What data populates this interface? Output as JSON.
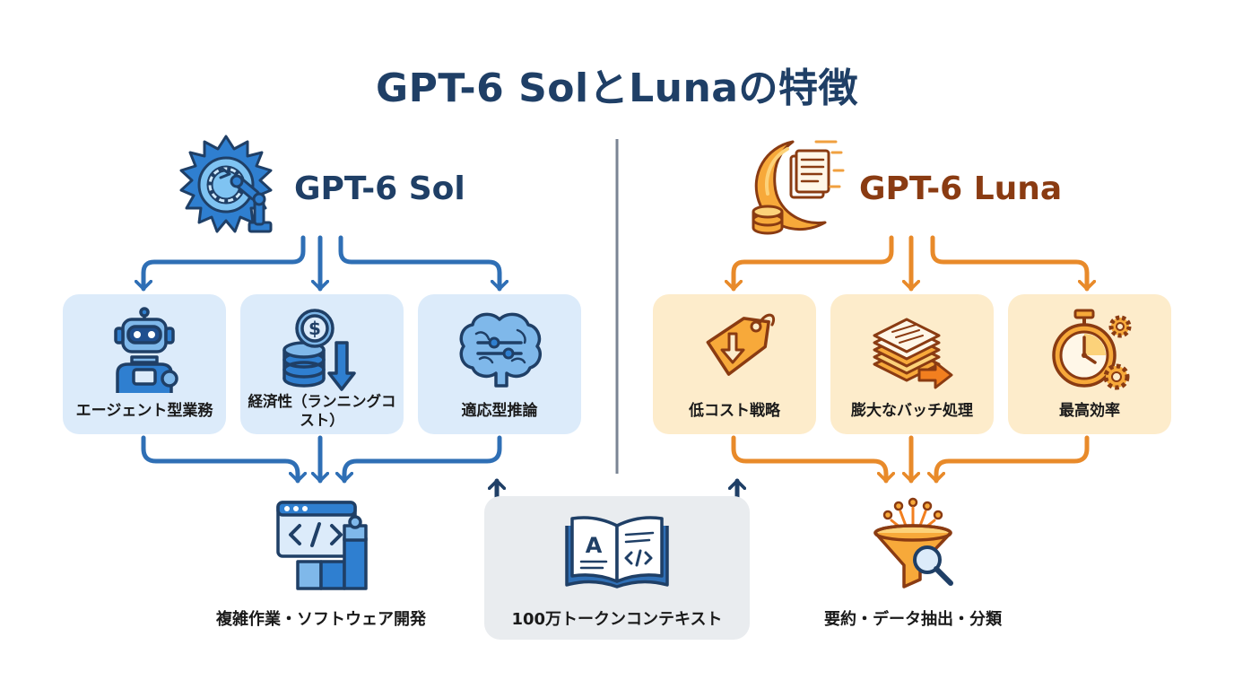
{
  "title": "GPT-6 SolとLunaの特徴",
  "sol": {
    "name": "GPT-6 Sol",
    "color": "#2f6fb5",
    "features": [
      {
        "label": "エージェント型業務",
        "icon": "robot-icon"
      },
      {
        "label": "経済性（ランニングコスト）",
        "icon": "coins-down-icon"
      },
      {
        "label": "適応型推論",
        "icon": "brain-sliders-icon"
      }
    ],
    "outcome": {
      "label": "複雑作業・ソフトウェア開発",
      "icon": "code-puzzle-icon"
    }
  },
  "luna": {
    "name": "GPT-6 Luna",
    "color": "#e88a2a",
    "features": [
      {
        "label": "低コスト戦略",
        "icon": "price-tag-down-icon"
      },
      {
        "label": "膨大なバッチ処理",
        "icon": "document-stack-icon"
      },
      {
        "label": "最高効率",
        "icon": "stopwatch-gears-icon"
      }
    ],
    "outcome": {
      "label": "要約・データ抽出・分類",
      "icon": "funnel-search-icon"
    }
  },
  "shared": {
    "label": "100万トークンコンテキスト",
    "icon": "open-book-icon"
  }
}
